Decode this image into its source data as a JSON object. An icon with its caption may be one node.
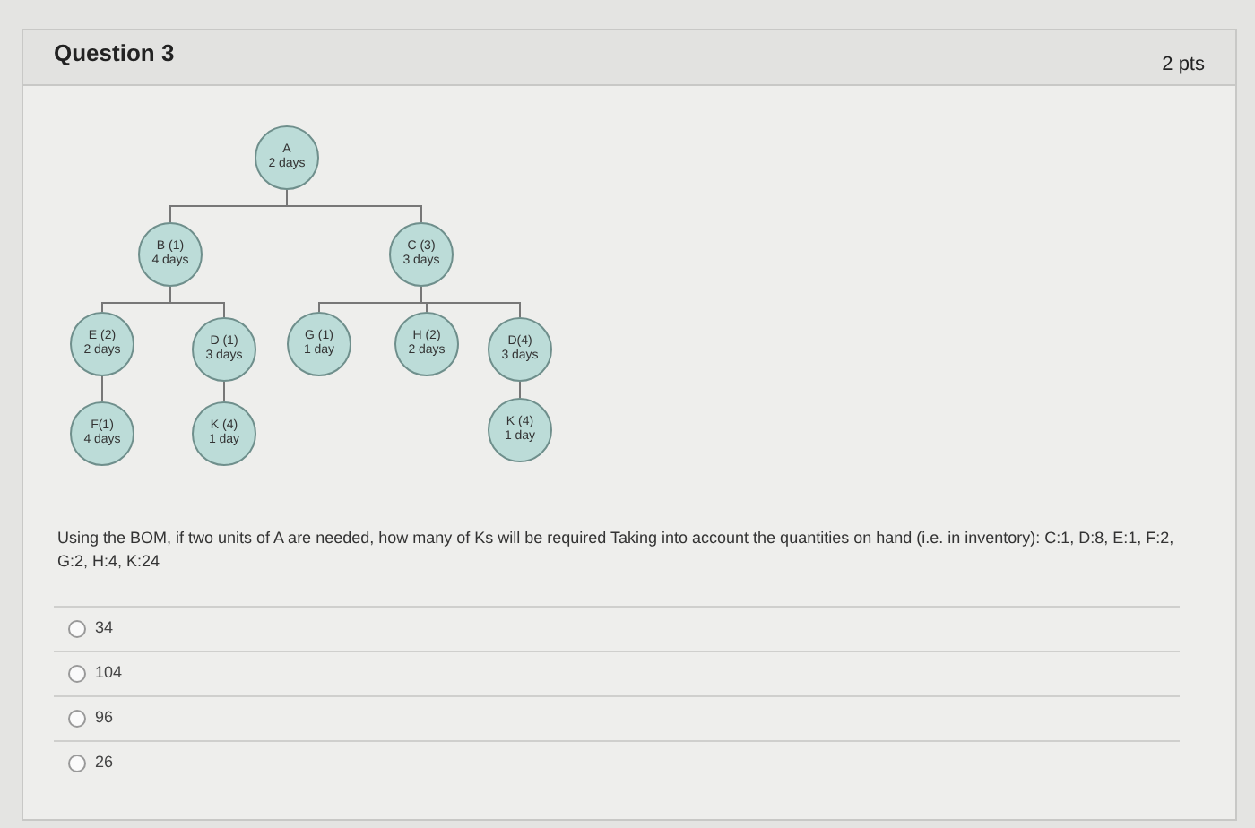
{
  "diagram": {
    "title": "Question 3",
    "nodes": [
      {
        "text": [
          "A",
          "2 days"
        ]
      },
      {
        "text": [
          "B (1)",
          "4 days"
        ]
      },
      {
        "text": [
          "C (3)",
          "3 days"
        ]
      },
      {
        "text": [
          "E (2)",
          "2 days"
        ]
      },
      {
        "text": [
          "D (1)",
          "3 days"
        ]
      },
      {
        "text": [
          "G (1)",
          "1 day"
        ]
      },
      {
        "text": [
          "H (2)",
          "2 days"
        ]
      },
      {
        "text": [
          "D(4)",
          "3 days"
        ]
      },
      {
        "text": [
          "F(1)",
          "4 days"
        ]
      },
      {
        "text": [
          "K (4)",
          "1 day"
        ]
      },
      {
        "text": [
          "K (4)",
          "1 day"
        ]
      }
    ],
    "edges": [
      {
        "from": 0,
        "to": 1,
        "arrow": "none"
      },
      {
        "from": 0,
        "to": 2,
        "arrow": "none"
      },
      {
        "from": 1,
        "to": 3,
        "arrow": "none"
      },
      {
        "from": 1,
        "to": 4,
        "arrow": "none"
      },
      {
        "from": 2,
        "to": 5,
        "arrow": "none"
      },
      {
        "from": 2,
        "to": 6,
        "arrow": "none"
      },
      {
        "from": 2,
        "to": 7,
        "arrow": "none"
      },
      {
        "from": 3,
        "to": 8,
        "arrow": "none"
      },
      {
        "from": 4,
        "to": 9,
        "arrow": "none"
      },
      {
        "from": 7,
        "to": 10,
        "arrow": "none"
      }
    ],
    "labels": [
      "2 pts",
      "Using the BOM, if two units of A are needed, how many of Ks will be required Taking into account the quantities on hand (i.e. in inventory): C:1, D:8, E:1, F:2, G:2, H:4, K:24",
      "34",
      "104",
      "96",
      "26"
    ]
  }
}
